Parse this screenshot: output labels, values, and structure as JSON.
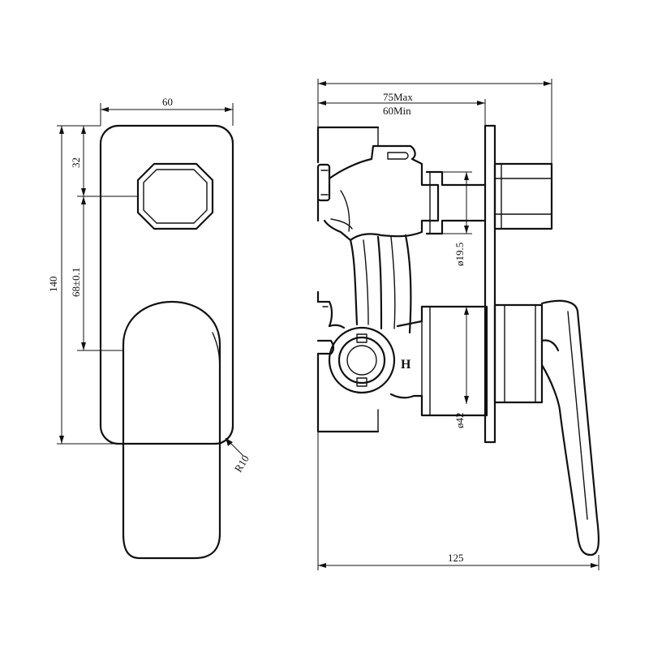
{
  "dimensions": {
    "front_width": "60",
    "front_top_to_button": "32",
    "front_height": "140",
    "front_button_to_lever": "68±0.1",
    "corner_radius": "R10",
    "side_depth_max": "75Max",
    "side_depth_min": "60Min",
    "diverter_diameter": "ø19.5",
    "lever_hub_diameter": "ø42",
    "overall_depth": "125"
  },
  "labels": {
    "hot_mark": "H"
  }
}
